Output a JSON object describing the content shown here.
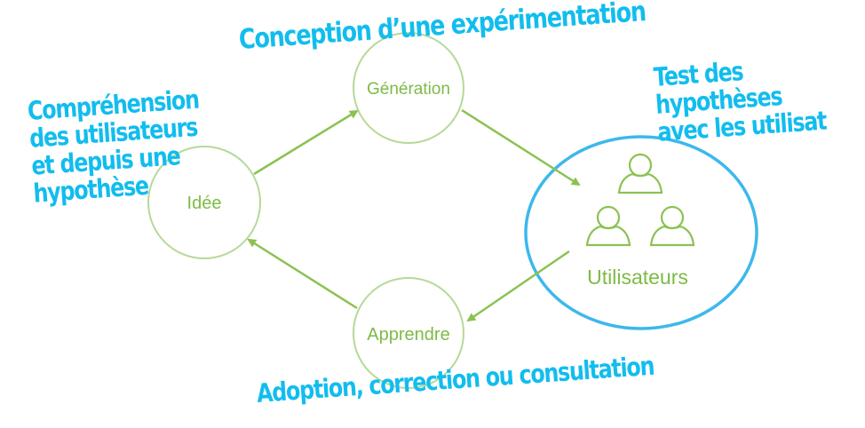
{
  "colors": {
    "green_text": "#7dbb45",
    "green_stroke": "#a9d28a",
    "arrow": "#8cc152",
    "blue": "#3db8ec",
    "note": "#12bdee"
  },
  "nodes": {
    "idee": "Idée",
    "generation": "Génération",
    "apprendre": "Apprendre",
    "utilisateurs": "Utilisateurs"
  },
  "notes": {
    "top": "Conception d’une expérimentation",
    "left": [
      "Compréhension",
      "des utilisateurs",
      "et depuis une",
      "hypothèse"
    ],
    "right": [
      "Test des",
      "hypothèses",
      "avec les utilisat"
    ],
    "bottom": "Adoption, correction ou consultation"
  },
  "icons": [
    "user-icon",
    "user-icon",
    "user-icon"
  ]
}
